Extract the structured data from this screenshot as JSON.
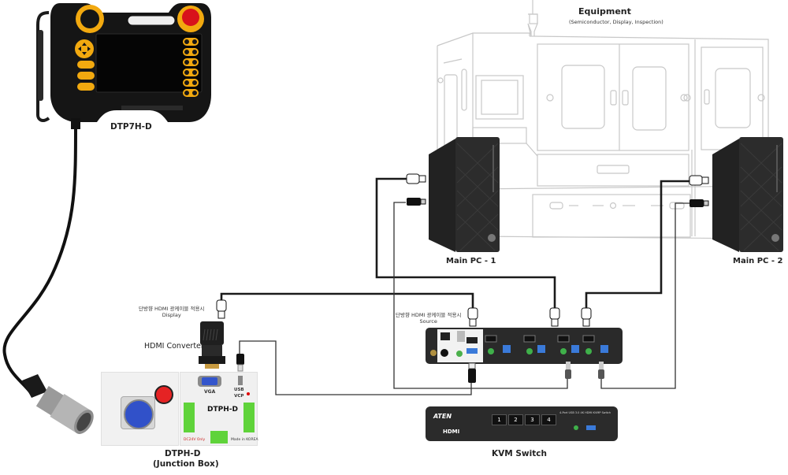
{
  "equipment": {
    "title": "Equipment",
    "subtitle": "(Semiconductor, Display, Inspection)"
  },
  "pendant": {
    "name": "DTP7H-D"
  },
  "main_pc_1": {
    "name": "Main PC - 1"
  },
  "main_pc_2": {
    "name": "Main PC - 2"
  },
  "junction_box": {
    "name": "DTPH-D",
    "subname": "(Junction Box)",
    "panel_label": "DTPH-D",
    "vga_label": "VGA",
    "usb_label": "USB",
    "vcp_label": "VCP",
    "made_in": "Made in KOREA",
    "warning": "DC24V Only"
  },
  "hdmi_converter": {
    "name": "HDMI Converter"
  },
  "annotations": {
    "display_note_line1": "단방향 HDMI 광케이블 적용시",
    "display_note_line2": "Display",
    "source_note_line1": "단방향 HDMI 광케이블 적용시",
    "source_note_line2": "Source"
  },
  "kvm_switch": {
    "name": "KVM Switch",
    "brand": "ATEN",
    "hdmi_logo": "HDMI",
    "port_buttons": [
      "1",
      "2",
      "3",
      "4"
    ],
    "model_text": "4-Port USB 3.0 4K HDMI KVMP Switch"
  },
  "colors": {
    "cable_hdmi": "#1a1a1a",
    "cable_usb": "#333333",
    "equipment_outline": "#c8c8c8",
    "pendant_yellow": "#f2a90f",
    "estop_red": "#d8121b",
    "terminal_green": "#5fd33a",
    "vga_blue": "#3355cc"
  }
}
